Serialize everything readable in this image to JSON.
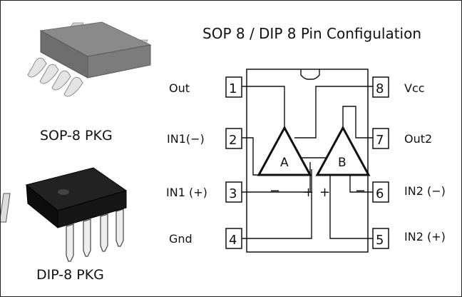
{
  "title": "SOP 8 / DIP 8 Pin Configulation",
  "packages": {
    "sop_label": "SOP-8 PKG",
    "dip_label": "DIP-8 PKG"
  },
  "pins": [
    {
      "number": "1",
      "label": "Out"
    },
    {
      "number": "2",
      "label": "IN1(−)"
    },
    {
      "number": "3",
      "label": "IN1 (+)"
    },
    {
      "number": "4",
      "label": "Gnd"
    },
    {
      "number": "5",
      "label": "IN2 (+)"
    },
    {
      "number": "6",
      "label": "IN2 (−)"
    },
    {
      "number": "7",
      "label": "Out2"
    },
    {
      "number": "8",
      "label": "Vcc"
    }
  ],
  "amplifiers": {
    "a_label": "A",
    "b_label": "B",
    "a_minus": "−",
    "a_plus": "+",
    "b_plus": "+",
    "b_minus": "−"
  },
  "colors": {
    "ink": "#111111",
    "chip_body": "#7a7a7a",
    "chip_lead": "#d8d8d8",
    "dip_body": "#151515"
  }
}
